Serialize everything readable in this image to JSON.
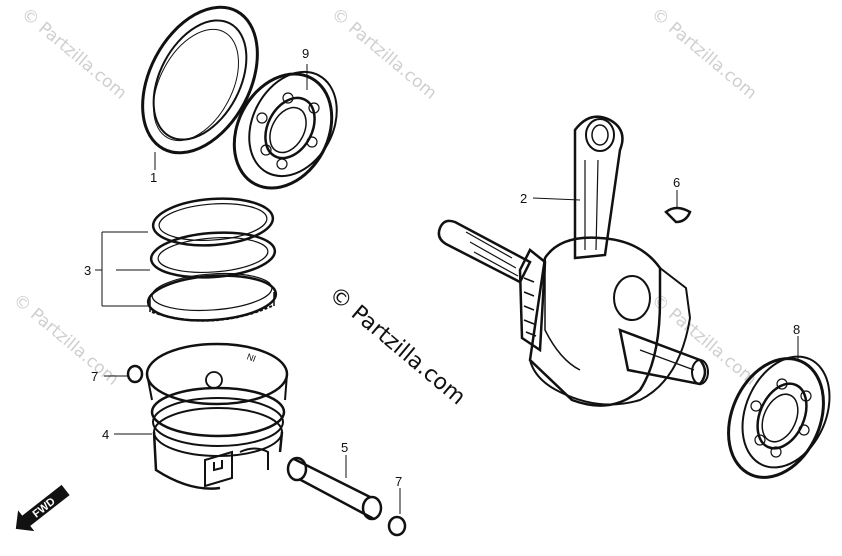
{
  "watermarks": {
    "tile_text": "© Partzilla.com",
    "center_text": "© Partzilla.com"
  },
  "callouts": {
    "p1": "1",
    "p2": "2",
    "p3": "3",
    "p4": "4",
    "p5": "5",
    "p6": "6",
    "p7a": "7",
    "p7b": "7",
    "p8": "8",
    "p9": "9"
  },
  "direction_marker": {
    "label": "FWD"
  },
  "piston_crown_mark": "IN"
}
